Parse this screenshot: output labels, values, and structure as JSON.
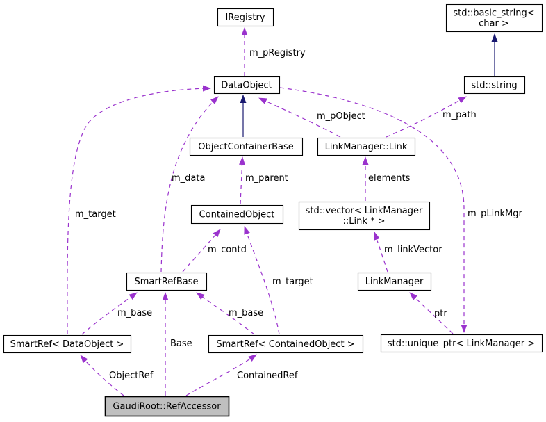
{
  "diagram": {
    "kind": "doxygen-collaboration-graph",
    "colors": {
      "usage_edge": "#9a32cd",
      "inheritance_edge": "#191970",
      "node_border": "#000000",
      "node_fill": "#ffffff",
      "highlight_node_fill": "#bfbfbf",
      "text": "#000000",
      "background": "#ffffff"
    },
    "nodes": [
      {
        "id": "iregistry",
        "lines": [
          "IRegistry"
        ],
        "highlight": false
      },
      {
        "id": "basic-string",
        "lines": [
          "std::basic_string<",
          "char >"
        ],
        "highlight": false
      },
      {
        "id": "dataobject",
        "lines": [
          "DataObject"
        ],
        "highlight": false
      },
      {
        "id": "std-string",
        "lines": [
          "std::string"
        ],
        "highlight": false
      },
      {
        "id": "objectcontainerbase",
        "lines": [
          "ObjectContainerBase"
        ],
        "highlight": false
      },
      {
        "id": "linkmanager-link",
        "lines": [
          "LinkManager::Link"
        ],
        "highlight": false
      },
      {
        "id": "containedobject",
        "lines": [
          "ContainedObject"
        ],
        "highlight": false
      },
      {
        "id": "std-vector",
        "lines": [
          "std::vector< LinkManager",
          "::Link * >"
        ],
        "highlight": false
      },
      {
        "id": "smartrefbase",
        "lines": [
          "SmartRefBase"
        ],
        "highlight": false
      },
      {
        "id": "linkmanager",
        "lines": [
          "LinkManager"
        ],
        "highlight": false
      },
      {
        "id": "smartref-dataobject",
        "lines": [
          "SmartRef< DataObject >"
        ],
        "highlight": false
      },
      {
        "id": "smartref-containedobject",
        "lines": [
          "SmartRef< ContainedObject >"
        ],
        "highlight": false
      },
      {
        "id": "unique-ptr",
        "lines": [
          "std::unique_ptr< LinkManager >"
        ],
        "highlight": false
      },
      {
        "id": "refaccessor",
        "lines": [
          "GaudiRoot::RefAccessor"
        ],
        "highlight": true
      }
    ],
    "edges": [
      {
        "id": "dataobject-to-iregistry",
        "label": "m_pRegistry",
        "kind": "usage"
      },
      {
        "id": "string-to-basicstring",
        "label": "",
        "kind": "inheritance"
      },
      {
        "id": "ocb-to-dataobject",
        "label": "",
        "kind": "inheritance"
      },
      {
        "id": "srb-to-dataobject",
        "label": "m_data",
        "kind": "usage"
      },
      {
        "id": "co-to-ocb",
        "label": "m_parent",
        "kind": "usage"
      },
      {
        "id": "link-to-dataobject",
        "label": "m_pObject",
        "kind": "usage"
      },
      {
        "id": "link-to-string",
        "label": "m_path",
        "kind": "usage"
      },
      {
        "id": "dataobject-to-uniqueptr",
        "label": "m_pLinkMgr",
        "kind": "usage"
      },
      {
        "id": "vector-to-link",
        "label": "elements",
        "kind": "usage"
      },
      {
        "id": "lm-to-vector",
        "label": "m_linkVector",
        "kind": "usage"
      },
      {
        "id": "uniqueptr-to-lm",
        "label": "ptr",
        "kind": "usage"
      },
      {
        "id": "srb-to-containedobject",
        "label": "m_contd",
        "kind": "usage"
      },
      {
        "id": "srco-to-containedobject",
        "label": "m_target",
        "kind": "usage"
      },
      {
        "id": "srdo-to-dataobject",
        "label": "m_target",
        "kind": "usage"
      },
      {
        "id": "srdo-to-srb",
        "label": "m_base",
        "kind": "usage"
      },
      {
        "id": "srco-to-srb",
        "label": "m_base",
        "kind": "usage"
      },
      {
        "id": "refaccessor-to-srb",
        "label": "Base",
        "kind": "usage"
      },
      {
        "id": "refaccessor-to-srdo",
        "label": "ObjectRef",
        "kind": "usage"
      },
      {
        "id": "refaccessor-to-srco",
        "label": "ContainedRef",
        "kind": "usage"
      }
    ]
  }
}
